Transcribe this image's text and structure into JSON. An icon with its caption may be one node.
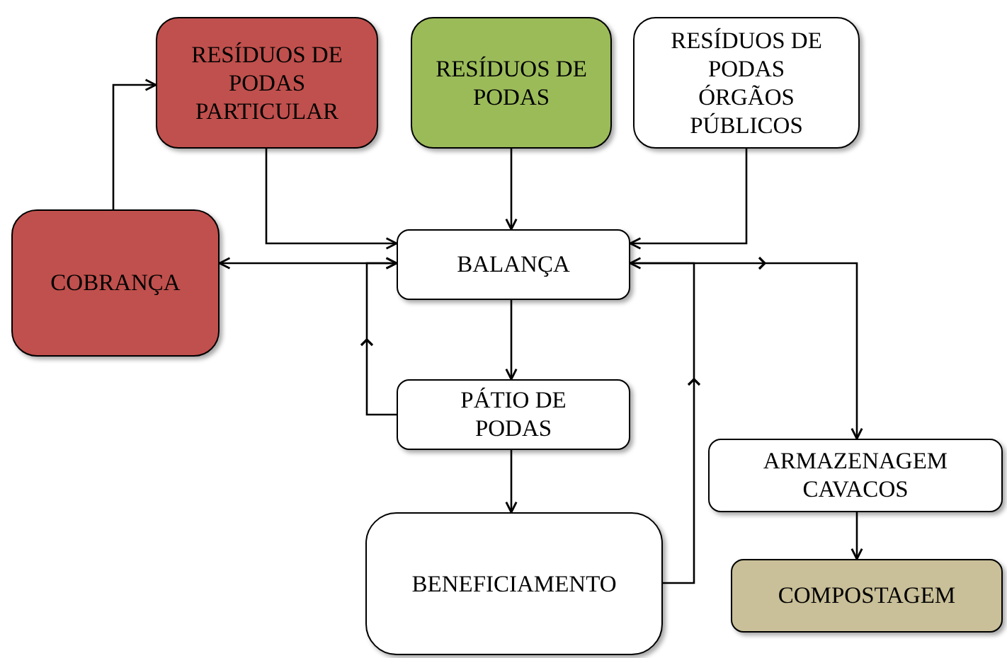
{
  "diagram": {
    "nodes": [
      {
        "text": [
          "RESÍDUOS DE PODAS PARTICULAR"
        ]
      },
      {
        "text": [
          "RESÍDUOS DE PODAS"
        ]
      },
      {
        "text": [
          "RESÍDUOS DE PODAS ÓRGÃOS PÚBLICOS"
        ]
      },
      {
        "text": [
          "COBRANÇA"
        ]
      },
      {
        "text": [
          "BALANÇA"
        ]
      },
      {
        "text": [
          "PÁTIO DE PODAS"
        ]
      },
      {
        "text": [
          "ARMAZENAGEM CAVACOS"
        ]
      },
      {
        "text": [
          "BENEFICIAMENTO"
        ]
      },
      {
        "text": [
          "COMPOSTAGEM"
        ]
      }
    ],
    "edges": [
      {
        "from": 3,
        "to": 0,
        "arrow": "to"
      },
      {
        "from": 0,
        "to": 4,
        "arrow": "to"
      },
      {
        "from": 1,
        "to": 4,
        "arrow": "to"
      },
      {
        "from": 2,
        "to": 4,
        "arrow": "to"
      },
      {
        "from": 3,
        "to": 4,
        "arrow": "both"
      },
      {
        "from": 5,
        "to": 4,
        "arrow": "to"
      },
      {
        "from": 4,
        "to": 5,
        "arrow": "to"
      },
      {
        "from": 4,
        "to": 6,
        "arrow": "to"
      },
      {
        "from": 7,
        "to": 4,
        "arrow": "to"
      },
      {
        "from": 5,
        "to": 7,
        "arrow": "to"
      },
      {
        "from": 6,
        "to": 8,
        "arrow": "to"
      }
    ]
  }
}
